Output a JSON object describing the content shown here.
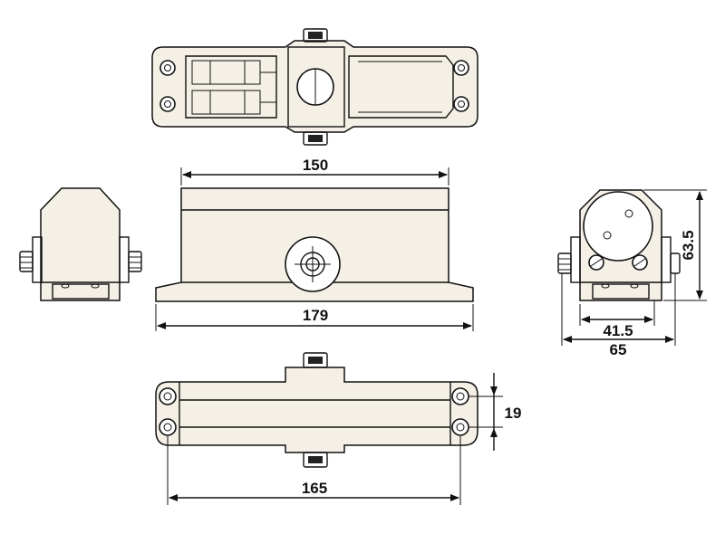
{
  "drawing": {
    "subject": "door-closer",
    "line_color": "#111111",
    "body_color": "#f5f0e6"
  },
  "dimensions": {
    "front_top_width": "150",
    "front_base_width": "179",
    "side_height": "63.5",
    "side_inner_width": "41.5",
    "side_total_width": "65",
    "bottom_hole_spacing": "19",
    "bottom_hole_span": "165"
  }
}
